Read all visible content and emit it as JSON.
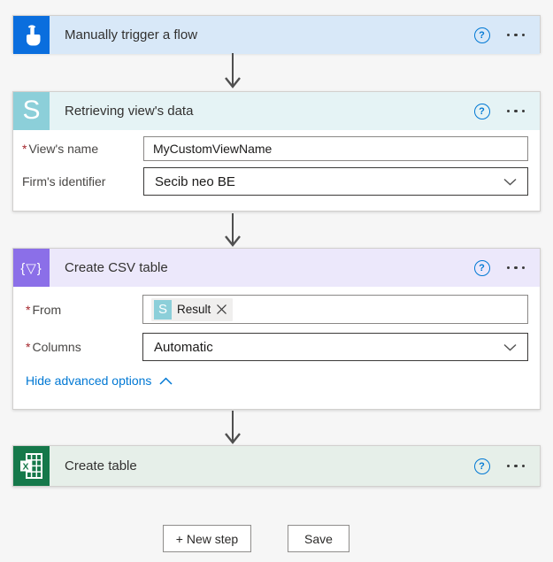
{
  "required_marker": "*",
  "icons": {
    "help": "?",
    "csv_glyph": "{▽}"
  },
  "steps": {
    "trigger": {
      "title": "Manually trigger a flow"
    },
    "retrieve": {
      "title": "Retrieving view's data",
      "icon_letter": "S",
      "fields": {
        "views_name": {
          "label": "View's name",
          "value": "MyCustomViewName"
        },
        "firm_id": {
          "label": "Firm's identifier",
          "value": "Secib neo BE"
        }
      }
    },
    "csv": {
      "title": "Create CSV table",
      "fields": {
        "from": {
          "label": "From",
          "token_letter": "S",
          "token_text": "Result"
        },
        "columns": {
          "label": "Columns",
          "value": "Automatic"
        }
      },
      "advanced_link": "Hide advanced options"
    },
    "table": {
      "title": "Create table"
    }
  },
  "footer": {
    "new_step": "+ New step",
    "save": "Save"
  },
  "colors": {
    "canvas_bg": "#f6f6f6",
    "trigger_icon_bg": "#0a6ede",
    "trigger_header_bg": "#d8e8f8",
    "s_connector_bg": "#8ccfd9",
    "retrieve_header_bg": "#e5f3f5",
    "data_operation_bg": "#8b6fe8",
    "csv_header_bg": "#ece8fb",
    "excel_green": "#15784a",
    "table_header_bg": "#e6efe9",
    "accent_blue": "#0078d4",
    "required_red": "#a4262c",
    "arrow_gray": "#4f4f4f"
  }
}
